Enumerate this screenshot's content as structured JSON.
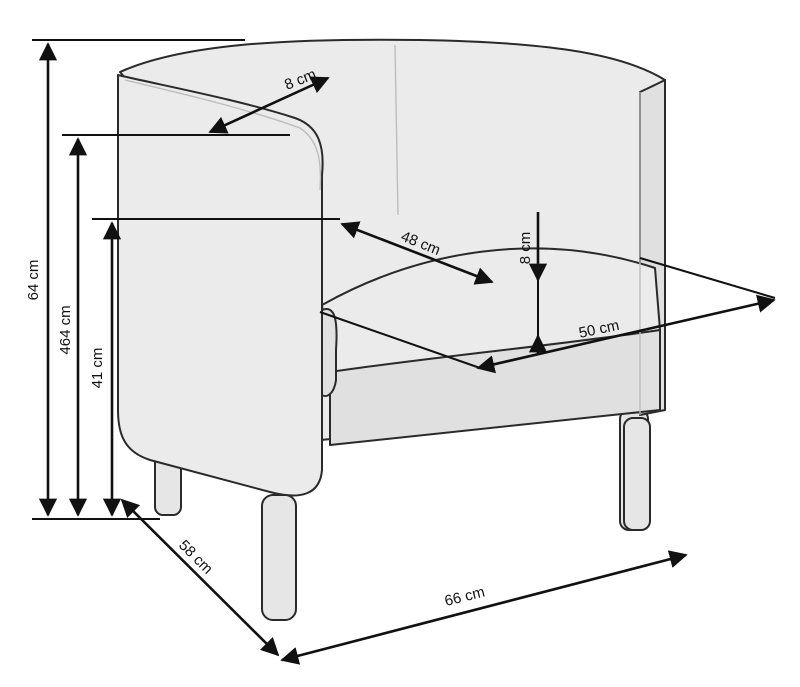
{
  "dimensions": {
    "total_height": "64 cm",
    "armrest_height": "464 cm",
    "seat_height": "41 cm",
    "armrest_width": "8 cm",
    "seat_depth": "48 cm",
    "cushion_thickness": "8 cm",
    "seat_width": "50 cm",
    "overall_depth": "58 cm",
    "overall_width": "66 cm"
  },
  "colors": {
    "line": "#111111",
    "upholstery": "#ebebeb"
  }
}
